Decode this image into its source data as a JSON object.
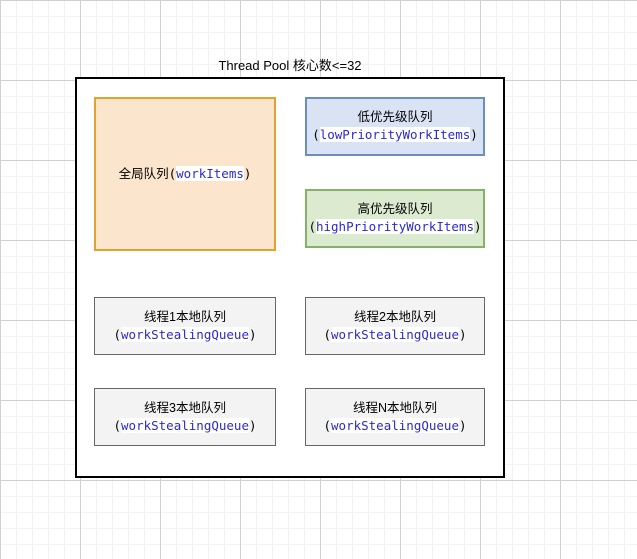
{
  "diagram": {
    "title": "Thread Pool 核心数<=32",
    "boxes": {
      "global_queue": {
        "label_cn": "全局队列",
        "open_paren": "(",
        "identifier": "workItems",
        "close_paren": ")",
        "fill_color": "#fce5cd",
        "border_color": "#e0a32e"
      },
      "low_priority_queue": {
        "label_cn": "低优先级队列",
        "open_paren": "(",
        "identifier": "lowPriorityWorkItems",
        "close_paren": ")",
        "fill_color": "#dae3f3",
        "border_color": "#6c8ebf"
      },
      "high_priority_queue": {
        "label_cn": "高优先级队列",
        "open_paren": "(",
        "identifier": "highPriorityWorkItems",
        "close_paren": ")",
        "fill_color": "#dcead0",
        "border_color": "#82b366"
      },
      "thread1_local_queue": {
        "label_cn": "线程1本地队列",
        "open_paren": "(",
        "identifier": "workStealingQueue",
        "close_paren": ")",
        "fill_color": "#f3f3f3",
        "border_color": "#666666"
      },
      "thread2_local_queue": {
        "label_cn": "线程2本地队列",
        "open_paren": "(",
        "identifier": "workStealingQueue",
        "close_paren": ")",
        "fill_color": "#f3f3f3",
        "border_color": "#666666"
      },
      "thread3_local_queue": {
        "label_cn": "线程3本地队列",
        "open_paren": "(",
        "identifier": "workStealingQueue",
        "close_paren": ")",
        "fill_color": "#f3f3f3",
        "border_color": "#666666"
      },
      "threadN_local_queue": {
        "label_cn": "线程N本地队列",
        "open_paren": "(",
        "identifier": "workStealingQueue",
        "close_paren": ")",
        "fill_color": "#f3f3f3",
        "border_color": "#666666"
      }
    }
  }
}
